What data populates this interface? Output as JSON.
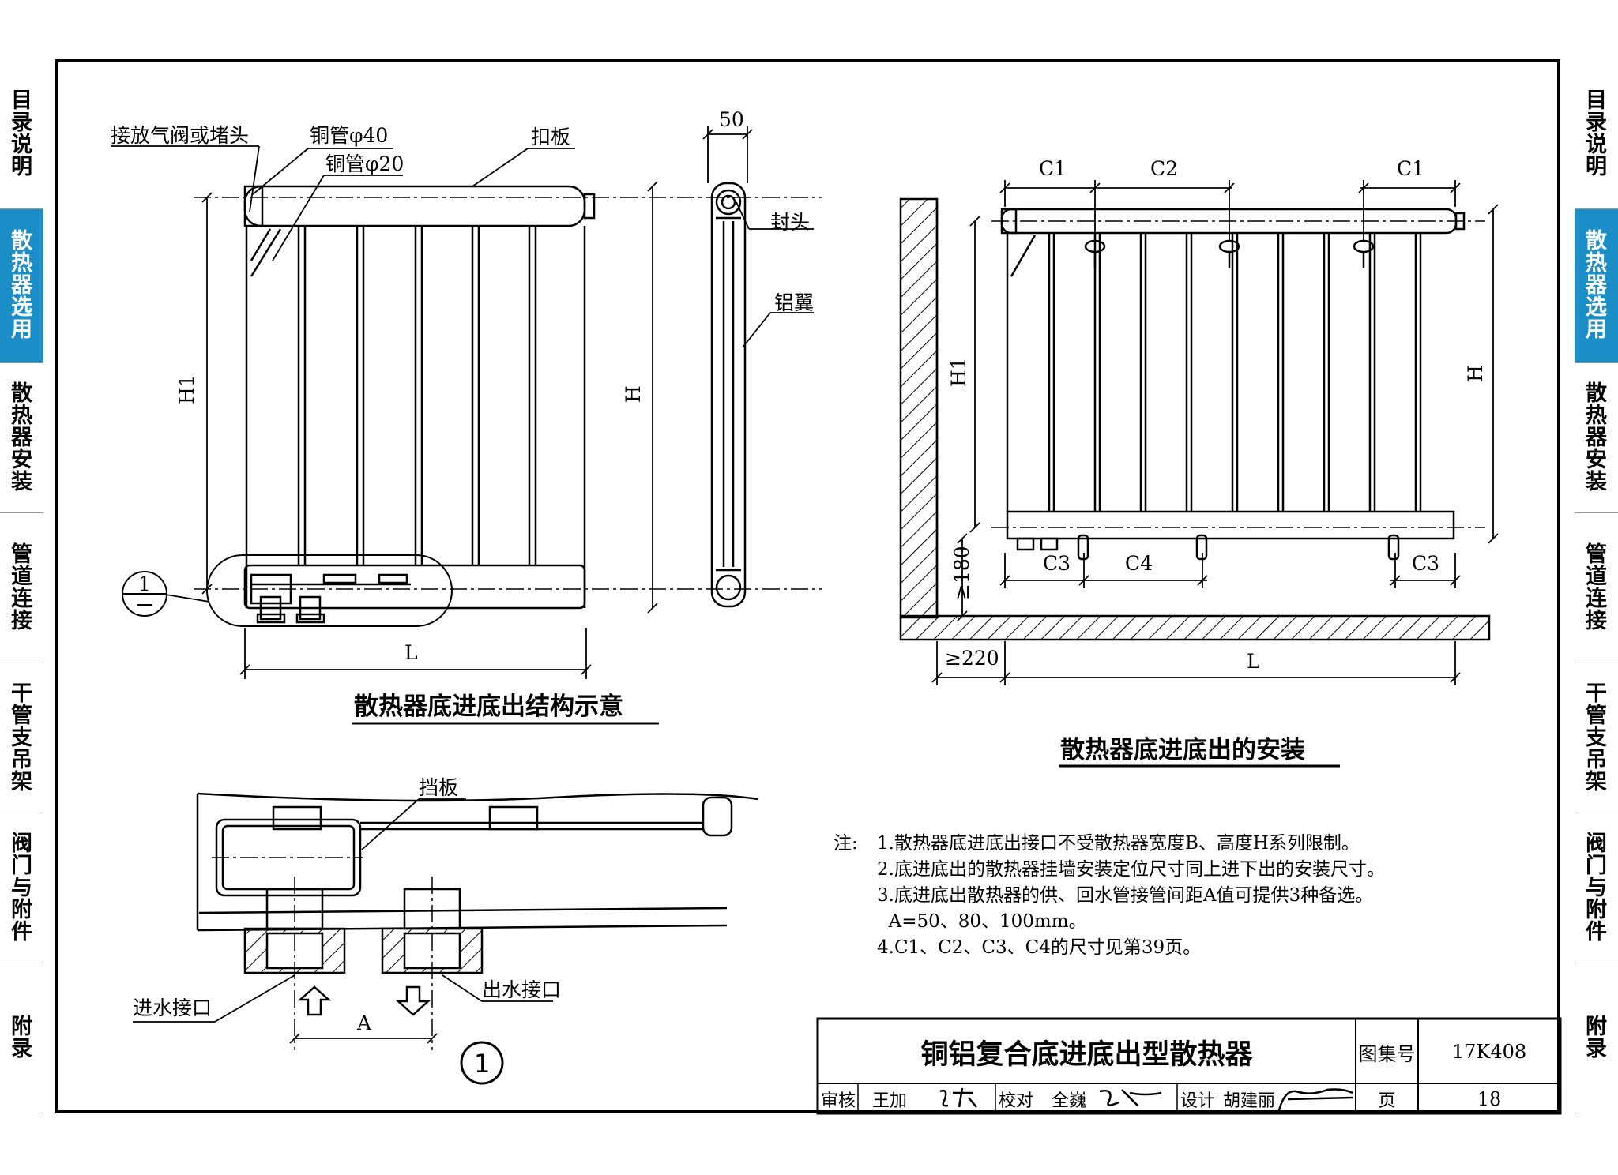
{
  "side_tabs": [
    "目录说明",
    "散热器选用",
    "散热器安装",
    "管道连接",
    "干管支吊架",
    "阀门与附件",
    "附录"
  ],
  "active_tab_index": 1,
  "colors": {
    "accent": "#1b8ec8",
    "line": "#000000"
  },
  "figure1": {
    "title": "散热器底进底出结构示意",
    "labels": {
      "vent": "接放气阀或堵头",
      "pipe40": "铜管φ40",
      "pipe20": "铜管φ20",
      "cover": "扣板",
      "cap": "封头",
      "fin": "铝翼",
      "w50": "50",
      "h1": "H1",
      "h": "H",
      "l": "L",
      "detail_num": "1"
    }
  },
  "figure2": {
    "title": "散热器底进底出的安装",
    "labels": {
      "c1a": "C1",
      "c2": "C2",
      "c1b": "C1",
      "h1": "H1",
      "h": "H",
      "c3a": "C3",
      "c4": "C4",
      "c3b": "C3",
      "ge180": "≥180",
      "ge220": "≥220",
      "l": "L"
    }
  },
  "detail": {
    "labels": {
      "baffle": "挡板",
      "inlet": "进水接口",
      "outlet": "出水接口",
      "a": "A",
      "num": "1"
    }
  },
  "notes": {
    "prefix": "注:",
    "items": [
      "1.散热器底进底出接口不受散热器宽度B、高度H系列限制。",
      "2.底进底出的散热器挂墙安装定位尺寸同上进下出的安装尺寸。",
      "3.底进底出散热器的供、回水管接管间距A值可提供3种备选。",
      "  A=50、80、100mm。",
      "4.C1、C2、C3、C4的尺寸见第39页。"
    ]
  },
  "title_block": {
    "title": "铜铝复合底进底出型散热器",
    "atlas_label": "图集号",
    "atlas_no": "17K408",
    "review_label": "审核",
    "reviewer": "王加",
    "check_label": "校对",
    "checker": "全巍",
    "design_label": "设计",
    "designer": "胡建丽",
    "page_label": "页",
    "page_no": "18"
  }
}
